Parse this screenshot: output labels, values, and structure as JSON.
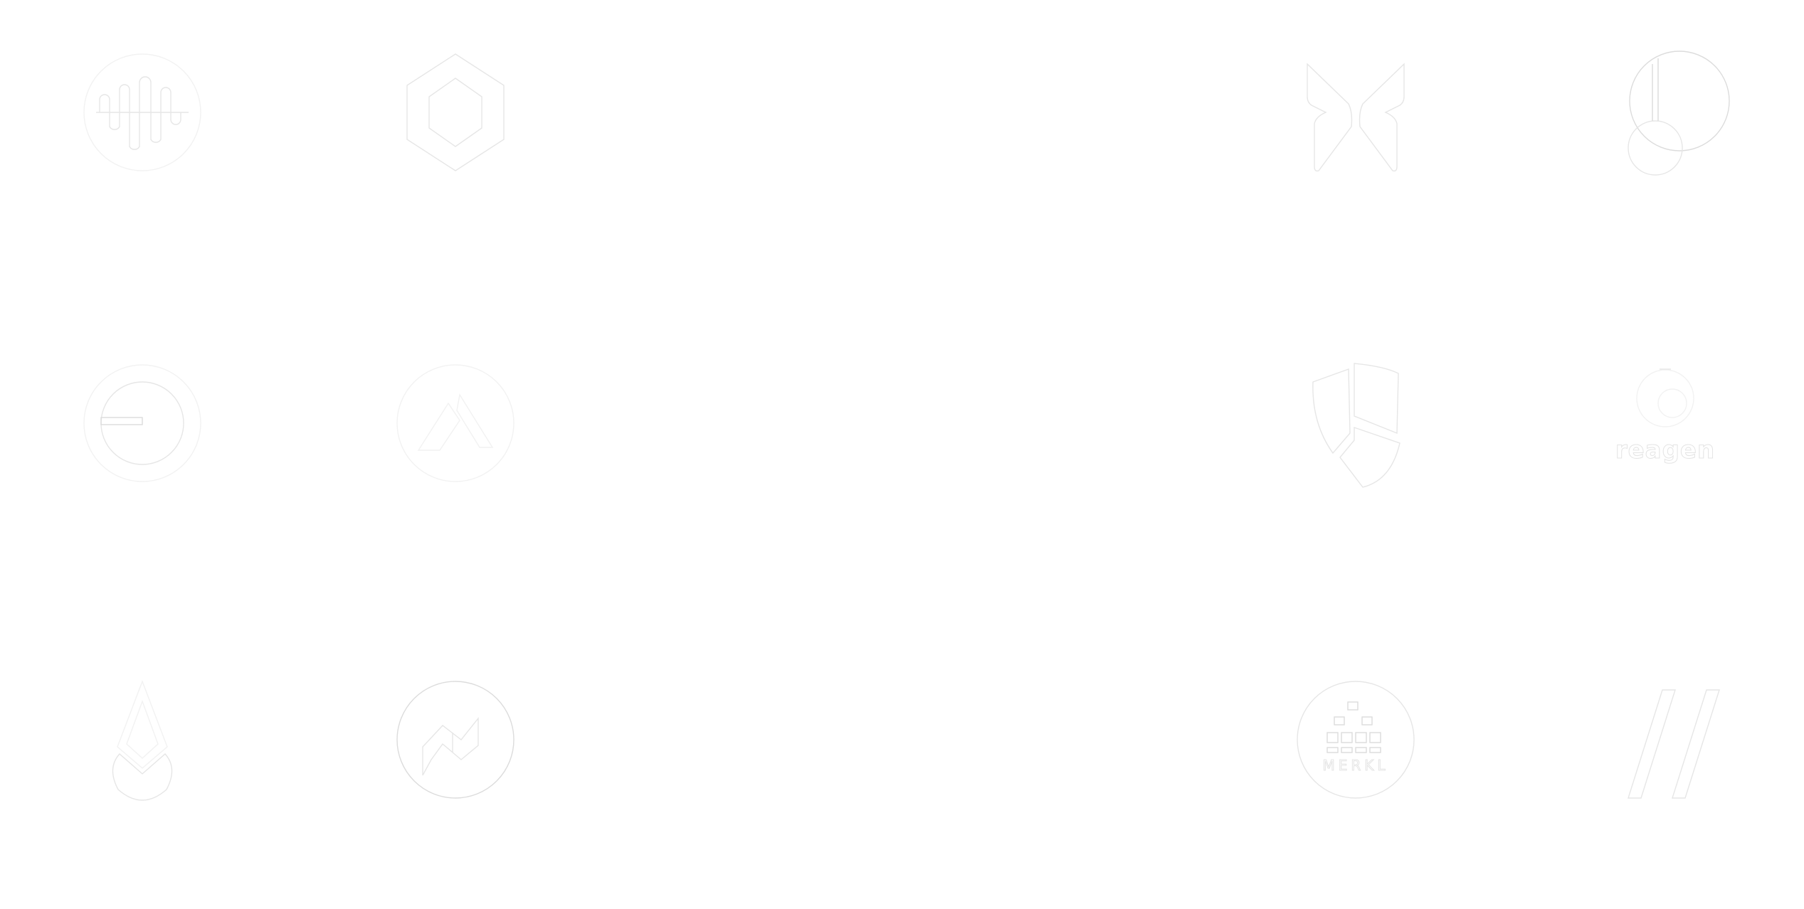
{
  "page": {
    "background": "#ffffff",
    "logo_stroke_color": "#e6e6e6"
  },
  "logos": [
    {
      "name": "sound-wave-circle-logo",
      "row": 1,
      "col": 1,
      "label": ""
    },
    {
      "name": "hexagon-logo",
      "row": 1,
      "col": 2,
      "label": ""
    },
    {
      "name": "butterfly-logo",
      "row": 1,
      "col": 3,
      "label": ""
    },
    {
      "name": "pin-circles-logo",
      "row": 1,
      "col": 4,
      "label": ""
    },
    {
      "name": "theta-circle-logo",
      "row": 2,
      "col": 1,
      "label": ""
    },
    {
      "name": "mountain-circle-logo",
      "row": 2,
      "col": 2,
      "label": ""
    },
    {
      "name": "shield-logo",
      "row": 2,
      "col": 3,
      "label": ""
    },
    {
      "name": "badge-wordmark-logo",
      "row": 2,
      "col": 4,
      "label": "reagen"
    },
    {
      "name": "droplet-logo",
      "row": 3,
      "col": 1,
      "label": ""
    },
    {
      "name": "bolt-circle-logo",
      "row": 3,
      "col": 2,
      "label": ""
    },
    {
      "name": "merkl-logo",
      "row": 3,
      "col": 3,
      "label": "MERKL"
    },
    {
      "name": "double-slash-logo",
      "row": 3,
      "col": 4,
      "label": ""
    }
  ]
}
